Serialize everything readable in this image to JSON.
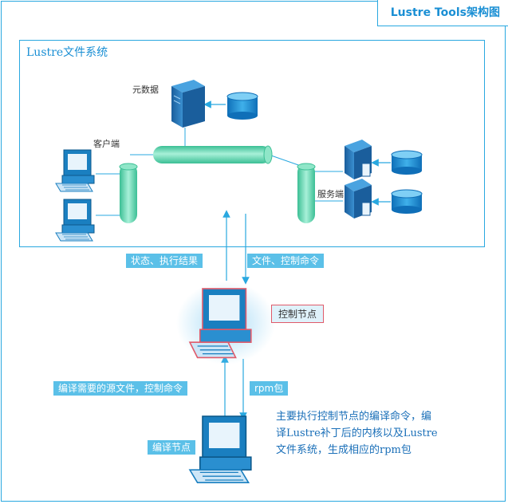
{
  "title": "Lustre Tools架构图",
  "lustre_label": "Lustre文件系统",
  "labels": {
    "metadata": "元数据",
    "client": "客户端",
    "server": "服务端"
  },
  "tags": {
    "status_result": "状态、执行结果",
    "file_command": "文件、控制命令",
    "control_node": "控制节点",
    "source_command": "编译需要的源文件，控制命令",
    "rpm": "rpm包",
    "compile_node": "编译节点"
  },
  "description": [
    "主要执行控制节点的编译命令，编",
    "译Lustre补丁后的内核以及Lustre",
    "文件系统，生成相应的rpm包"
  ],
  "colors": {
    "border": "#29a8e0",
    "tag_bg": "#5bc0e8",
    "pipe": "#4fd1a8",
    "server": "#1f6fb0",
    "disk": "#1a8fd4",
    "highlight": "#e05a6a"
  }
}
